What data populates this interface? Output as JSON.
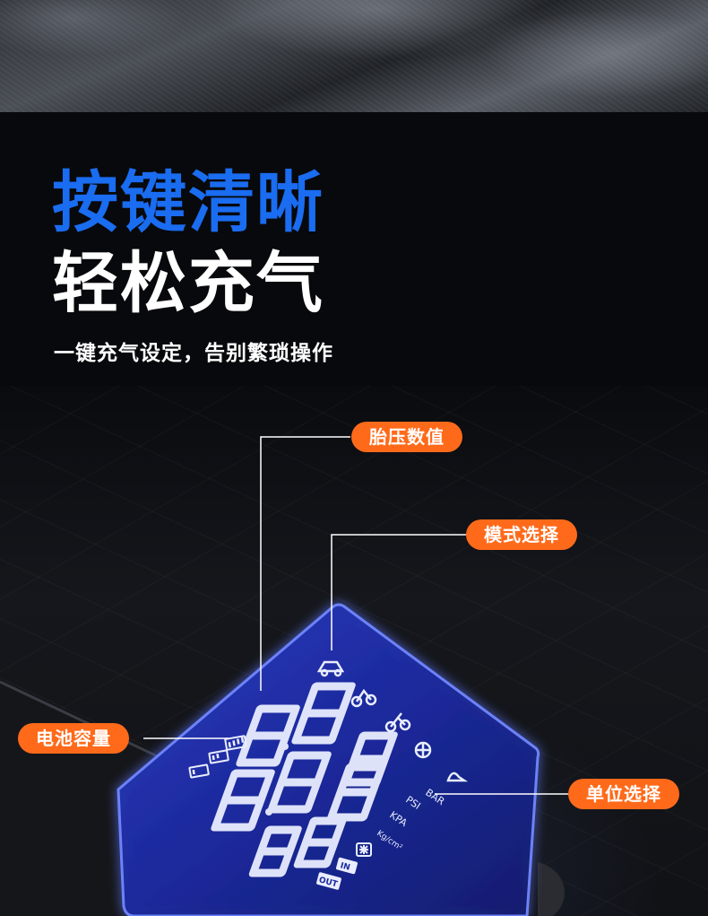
{
  "hero": {
    "title_line1": "按键清晰",
    "title_line2": "轻松充气",
    "subtitle": "一键充气设定，告别繁琐操作"
  },
  "callouts": {
    "pressure_value": "胎压数值",
    "mode_select": "模式选择",
    "battery_capacity": "电池容量",
    "unit_select": "单位选择"
  },
  "display": {
    "units": [
      "BAR",
      "PSI",
      "KPA",
      "Kg/cm²"
    ],
    "mode_icons": [
      "car-icon",
      "motorcycle-icon",
      "bicycle-icon",
      "ball-icon",
      "custom-icon"
    ],
    "indicators": {
      "in": "IN",
      "out": "OUT"
    }
  },
  "colors": {
    "title_blue": "#1a6cf0",
    "tag_orange": "#ff6a1a",
    "lcd_blue": "#1c2a9c"
  }
}
